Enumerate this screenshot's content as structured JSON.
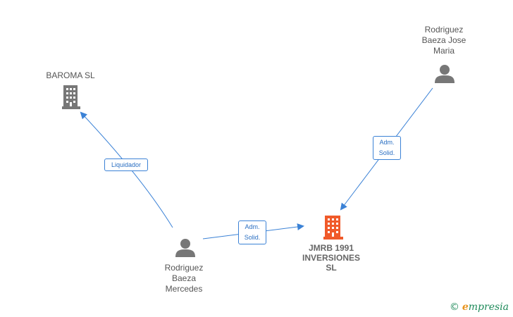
{
  "nodes": {
    "baroma": {
      "name": "BAROMA SL",
      "type": "company",
      "color": "#777777"
    },
    "jmrb": {
      "name_lines": [
        "JMRB 1991",
        "INVERSIONES",
        "SL"
      ],
      "type": "company",
      "color": "#f05a2a"
    },
    "mercedes": {
      "name_lines": [
        "Rodriguez",
        "Baeza",
        "Mercedes"
      ],
      "type": "person",
      "color": "#777777"
    },
    "jose_maria": {
      "name_lines": [
        "Rodriguez",
        "Baeza Jose",
        "Maria"
      ],
      "type": "person",
      "color": "#777777"
    }
  },
  "relations": {
    "liquidador": {
      "label": "Liquidador"
    },
    "adm_mercedes": {
      "label_lines": [
        "Adm.",
        "Solid."
      ]
    },
    "adm_jose": {
      "label_lines": [
        "Adm.",
        "Solid."
      ]
    }
  },
  "colors": {
    "edge": "#3b82d6"
  },
  "watermark": {
    "symbol": "©",
    "initial": "e",
    "rest": "mpresia"
  }
}
